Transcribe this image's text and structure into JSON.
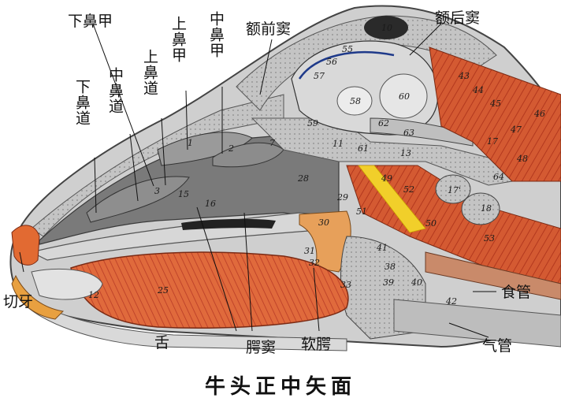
{
  "caption": "牛头正中矢面",
  "labels": {
    "lower_turbinate": "下鼻甲",
    "lower_meatus": "下鼻道",
    "middle_meatus": "中鼻道",
    "upper_meatus": "上鼻道",
    "upper_turbinate": "上鼻甲",
    "middle_turbinate": "中鼻甲",
    "frontal_sinus_ant": "额前窦",
    "frontal_sinus_post": "额后窦",
    "incisor": "切牙",
    "tongue": "舌",
    "palatine_sinus": "腭窦",
    "soft_palate": "软腭",
    "esophagus": "食管",
    "trachea": "气管"
  },
  "numbers": [
    "1",
    "2",
    "3",
    "7",
    "10",
    "11",
    "12",
    "13",
    "15",
    "16",
    "17",
    "17'",
    "18",
    "25",
    "28",
    "29",
    "30",
    "31",
    "32",
    "33",
    "38",
    "39",
    "40",
    "41",
    "42",
    "43",
    "44",
    "45",
    "46",
    "47",
    "48",
    "49",
    "50",
    "51",
    "52",
    "53",
    "55",
    "56",
    "57",
    "58",
    "59",
    "60",
    "61",
    "62",
    "63",
    "64"
  ],
  "colors": {
    "bone": "#bdbdbd",
    "muscle": "#d4532e",
    "fat": "#f0c020",
    "mucosa": "#e7a05a",
    "cavity": "#6e6e6e",
    "nerve": "#2b3a8a"
  }
}
